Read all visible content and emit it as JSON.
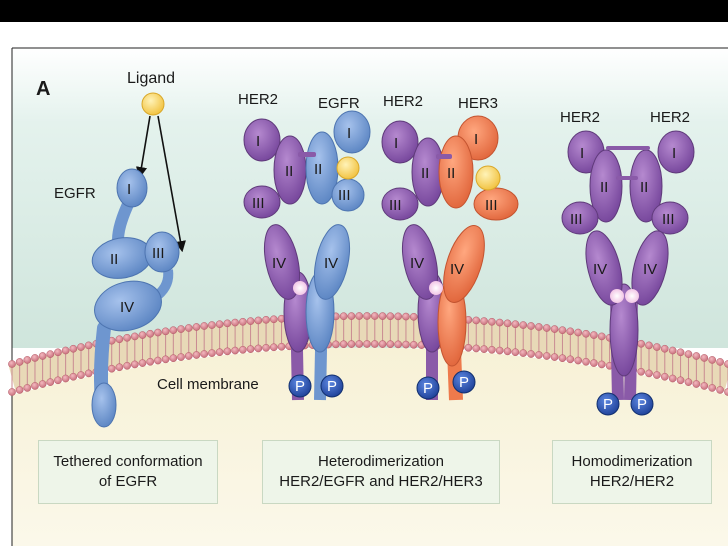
{
  "panel_label": "A",
  "ligand_label": "Ligand",
  "membrane_label": "Cell membrane",
  "domains": {
    "d1": "I",
    "d2": "II",
    "d3": "III",
    "d4": "IV",
    "phospho": "P"
  },
  "receptors": {
    "egfr_tethered": "EGFR",
    "het1_left": "HER2",
    "het1_right": "EGFR",
    "het2_left": "HER2",
    "het2_right": "HER3",
    "homo_left": "HER2",
    "homo_right": "HER2"
  },
  "captions": {
    "tethered_line1": "Tethered conformation",
    "tethered_line2": "of EGFR",
    "hetero_line1": "Heterodimerization",
    "hetero_line2": "HER2/EGFR and HER2/HER3",
    "homo_line1": "Homodimerization",
    "homo_line2": "HER2/HER2"
  },
  "colors": {
    "egfr": "#6e96cf",
    "her2": "#8a5aa8",
    "her3": "#ee7a4c",
    "ligand": "#f7cf56",
    "membrane_head": "#d88b94",
    "sky": "#d6ebe4",
    "cytoplasm": "#f7f1d8"
  }
}
